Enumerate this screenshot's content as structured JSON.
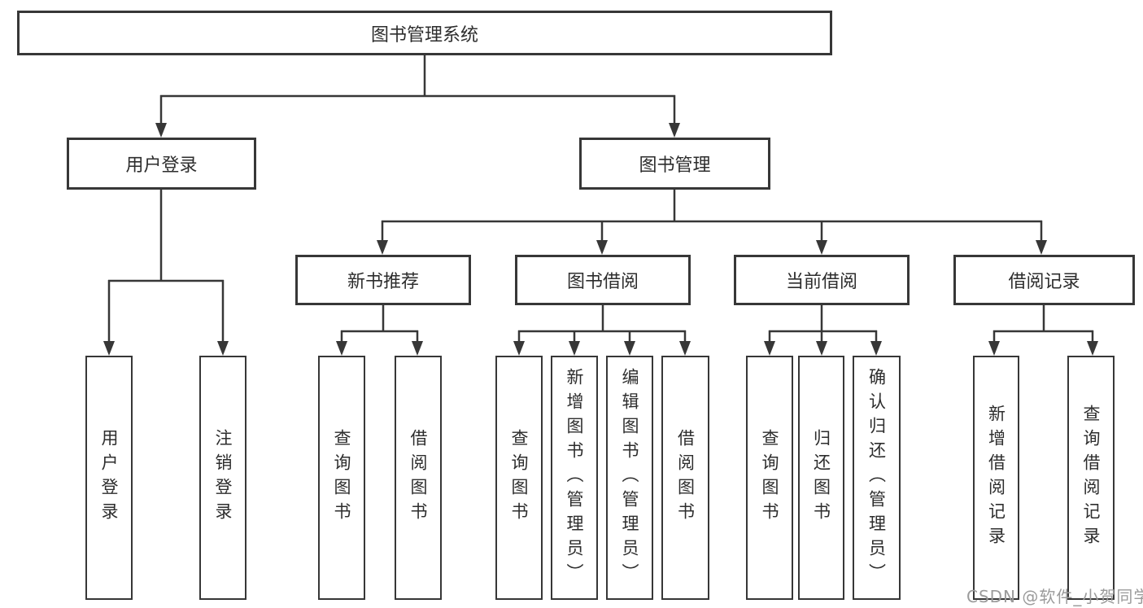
{
  "diagram_type": "functional-structure-tree",
  "tree": {
    "label": "图书管理系统",
    "children": [
      {
        "label": "用户登录",
        "children": [
          {
            "label": "用户登录"
          },
          {
            "label": "注销登录"
          }
        ]
      },
      {
        "label": "图书管理",
        "children": [
          {
            "label": "新书推荐",
            "children": [
              {
                "label": "查询图书"
              },
              {
                "label": "借阅图书"
              }
            ]
          },
          {
            "label": "图书借阅",
            "children": [
              {
                "label": "查询图书"
              },
              {
                "label": "新增图书（管理员）"
              },
              {
                "label": "编辑图书（管理员）"
              },
              {
                "label": "借阅图书"
              }
            ]
          },
          {
            "label": "当前借阅",
            "children": [
              {
                "label": "查询图书"
              },
              {
                "label": "归还图书"
              },
              {
                "label": "确认归还（管理员）"
              }
            ]
          },
          {
            "label": "借阅记录",
            "children": [
              {
                "label": "新增借阅记录"
              },
              {
                "label": "查询借阅记录"
              }
            ]
          }
        ]
      }
    ]
  },
  "watermark": "CSDN @软件_小贺同学",
  "colors": {
    "line": "#373737",
    "text": "#2d2d2d",
    "box_background": "#ffffff",
    "watermark": "#9b9b9b"
  }
}
